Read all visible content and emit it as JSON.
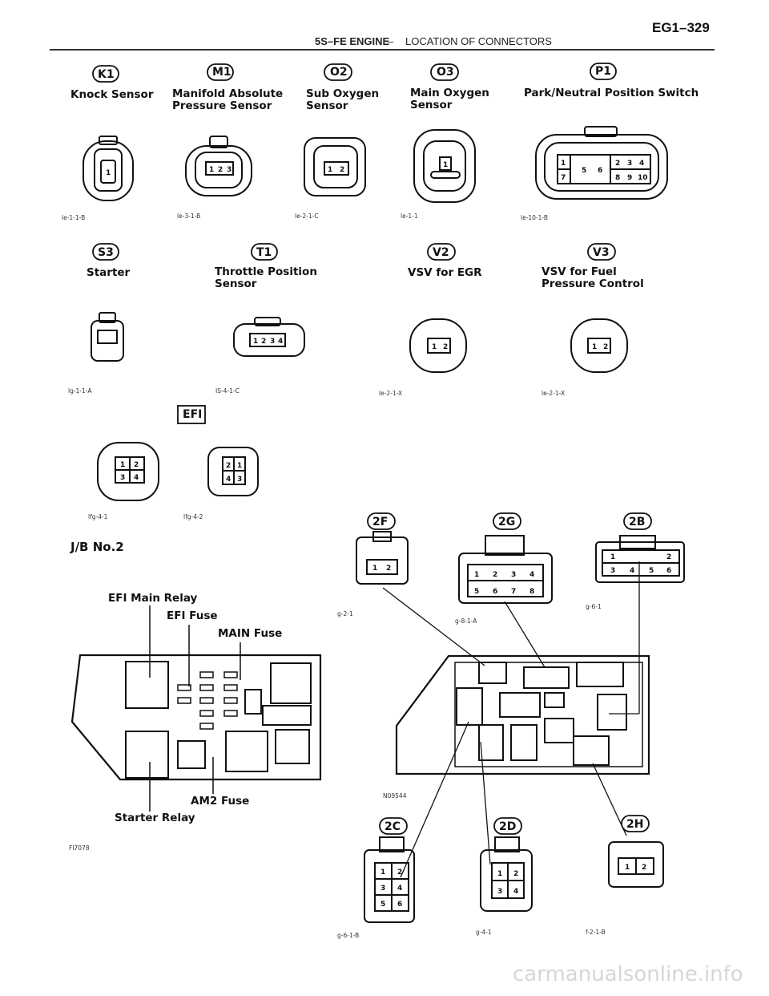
{
  "header": {
    "section": "5S–FE ENGINE",
    "separator": "–",
    "title": "LOCATION OF CONNECTORS",
    "page": "EG1–329"
  },
  "connectors": [
    {
      "code": "K1",
      "label": "Knock Sensor",
      "ref": "le-1-1-B"
    },
    {
      "code": "M1",
      "label": "Manifold Absolute\nPressure Sensor",
      "ref": "le-3-1-B"
    },
    {
      "code": "O2",
      "label": "Sub Oxygen\nSensor",
      "ref": "le-2-1-C"
    },
    {
      "code": "O3",
      "label": "Main Oxygen\nSensor",
      "ref": "le-1-1"
    },
    {
      "code": "P1",
      "label": "Park/Neutral Position Switch",
      "ref": "le-10-1-B"
    },
    {
      "code": "S3",
      "label": "Starter",
      "ref": "lg-1-1-A"
    },
    {
      "code": "T1",
      "label": "Throttle Position\nSensor",
      "ref": "IS-4-1-C"
    },
    {
      "code": "V2",
      "label": "VSV for EGR",
      "ref": "le-2-1-X"
    },
    {
      "code": "V3",
      "label": "VSV for Fuel\nPressure Control",
      "ref": "le-2-1-X"
    }
  ],
  "efi": {
    "code": "EFI",
    "refs": [
      "lfg-4-1",
      "lfg-4-2"
    ]
  },
  "junction_block": {
    "title": "J/B No.2",
    "callouts": {
      "efi_main_relay": "EFI Main Relay",
      "efi_fuse": "EFI Fuse",
      "main_fuse": "MAIN Fuse",
      "am2_fuse": "AM2 Fuse",
      "starter_relay": "Starter Relay"
    },
    "fig_code": "FI7078",
    "overview_code": "N09544"
  },
  "jb_connectors": [
    {
      "code": "2F",
      "ref": "g-2-1"
    },
    {
      "code": "2G",
      "ref": "g-8-1-A"
    },
    {
      "code": "2B",
      "ref": "g-6-1"
    },
    {
      "code": "2C",
      "ref": "g-6-1-B"
    },
    {
      "code": "2D",
      "ref": "g-4-1"
    },
    {
      "code": "2H",
      "ref": "f-2-1-B"
    }
  ],
  "pins": {
    "p1": "1",
    "p2": "2",
    "p3": "3",
    "p4": "4",
    "p5": "5",
    "p6": "6",
    "p7": "7",
    "p8": "8",
    "p9": "9",
    "p10": "10"
  },
  "watermark": "carmanualsonline.info"
}
